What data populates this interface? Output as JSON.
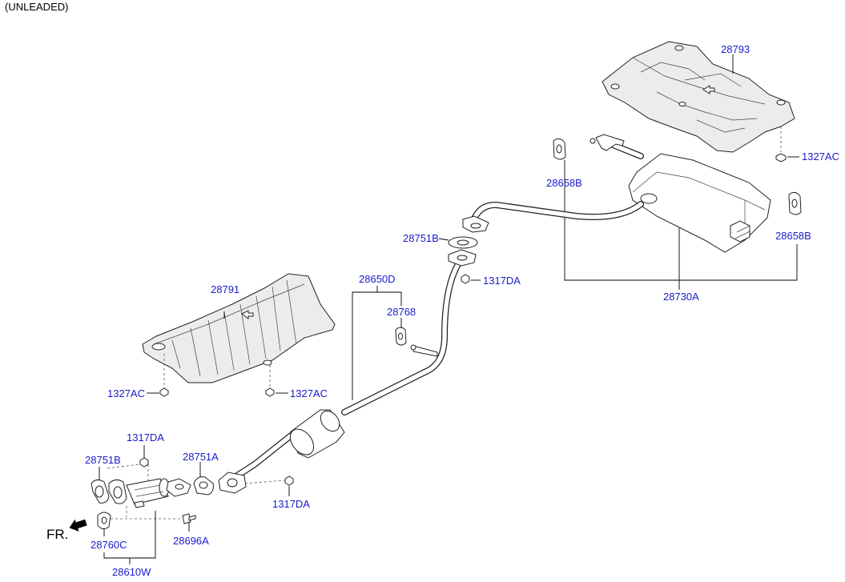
{
  "header": {
    "variant": "(UNLEADED)"
  },
  "direction": {
    "label": "FR."
  },
  "parts": {
    "heat_protector_rear": "28793",
    "nut_rear_protector": "1327AC",
    "hanger_rear_left": "28658B",
    "hanger_rear_right": "28658B",
    "gasket_center": "28751B",
    "nut_center": "1317DA",
    "muffler_assy_group": "28650D",
    "hanger_center": "28768",
    "main_muffler": "28730A",
    "heat_protector_center": "28791",
    "nut_center_protector_left": "1327AC",
    "nut_center_protector_right": "1327AC",
    "nut_front_upper": "1317DA",
    "gasket_front": "28751B",
    "gasket_mid": "28751A",
    "nut_front_lower": "1317DA",
    "hanger_front": "28760C",
    "bolt_front": "28696A",
    "front_pipe": "28610W"
  }
}
